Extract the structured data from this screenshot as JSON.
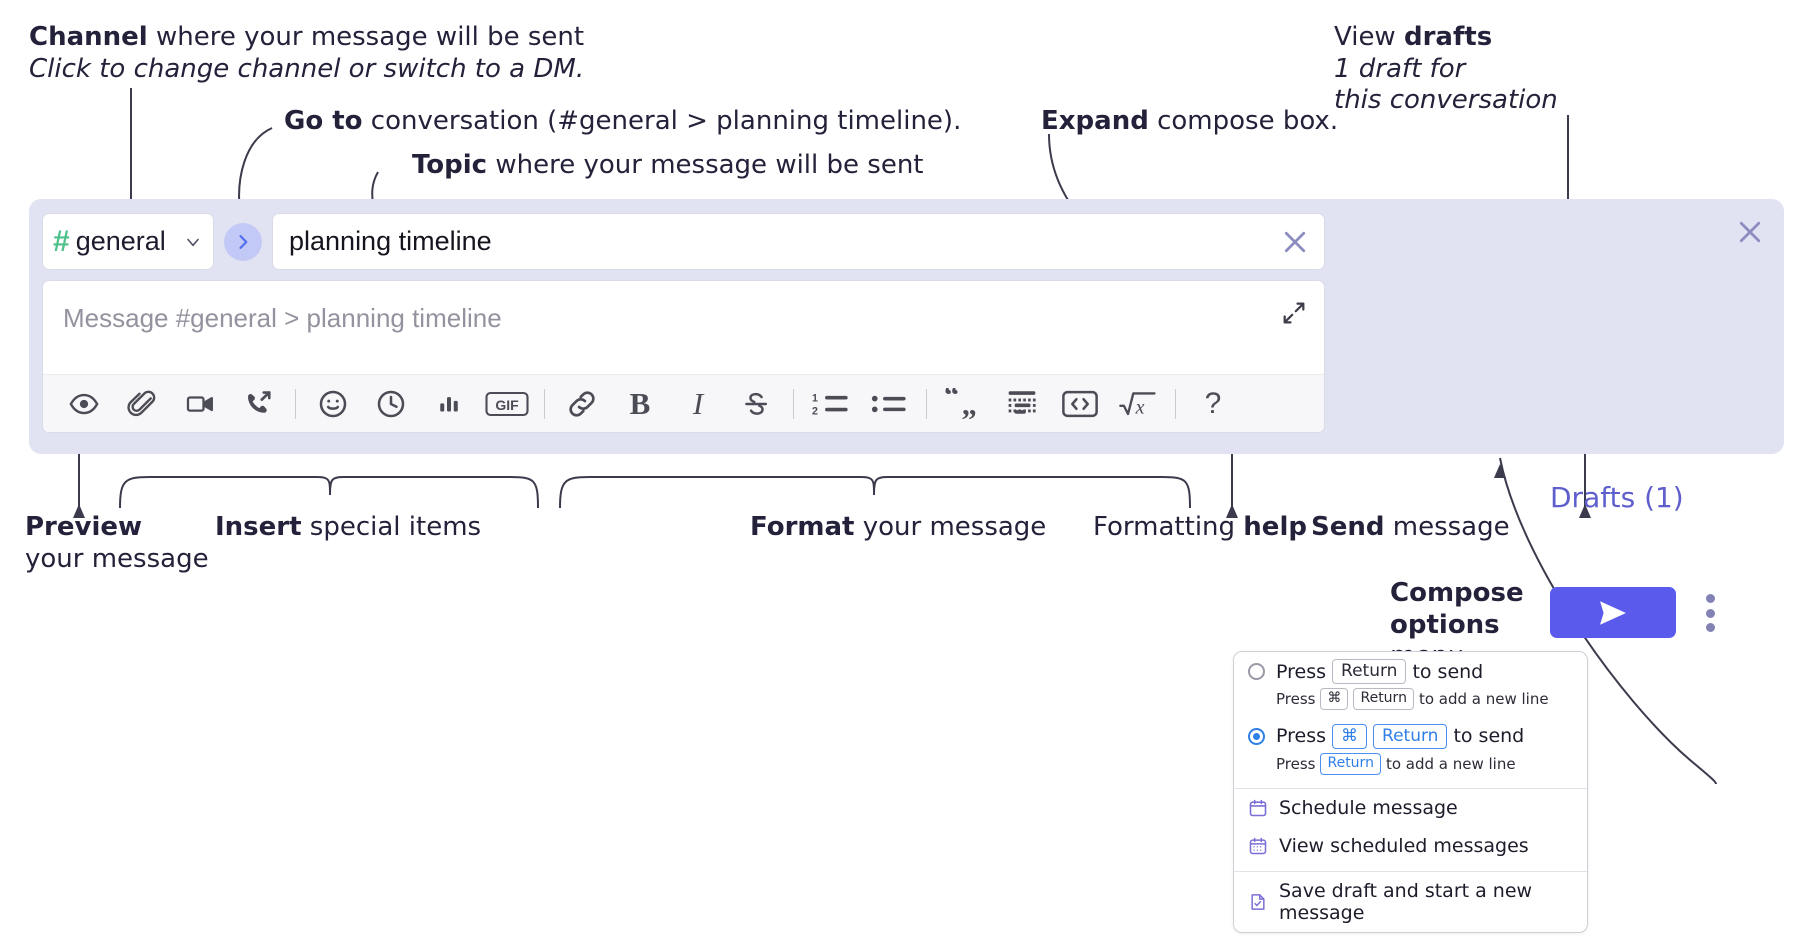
{
  "annotations": {
    "channel": {
      "bold": "Channel",
      "rest": " where your message will be sent",
      "italic_line": "Click to change channel or switch to a DM."
    },
    "goto": {
      "bold": "Go to",
      "rest": " conversation (#general > planning timeline)."
    },
    "topic": {
      "bold": "Topic",
      "rest": " where your message will be sent"
    },
    "expand": {
      "bold": "Expand",
      "rest": " compose box."
    },
    "drafts": {
      "line1_plain": "View ",
      "line1_bold": "drafts",
      "line2": "1 draft for",
      "line3": "this conversation"
    },
    "preview": {
      "bold": "Preview",
      "line2": "your message"
    },
    "insert": {
      "bold": "Insert",
      "rest": " special items"
    },
    "format": {
      "bold": "Format",
      "rest": " your message"
    },
    "formatting_help": {
      "plain": "Formatting ",
      "bold": "help"
    },
    "send": {
      "bold": "Send",
      "rest": " message"
    },
    "compose_options": {
      "line1": "Compose",
      "line2": "options",
      "line3": "menu"
    }
  },
  "compose": {
    "channel": {
      "hash": "#",
      "name": "general"
    },
    "goto_button_icon": "chevron-right-icon",
    "topic": {
      "value": "planning timeline"
    },
    "message": {
      "placeholder": "Message #general > planning timeline",
      "value": ""
    },
    "drafts_link": "Drafts (1)",
    "toolbar": [
      {
        "name": "preview-icon",
        "label": "Preview"
      },
      {
        "name": "attachment-icon",
        "label": "Attach file"
      },
      {
        "name": "video-clip-icon",
        "label": "Record video clip"
      },
      {
        "name": "audio-clip-icon",
        "label": "Record audio clip"
      },
      {
        "name": "divider",
        "label": ""
      },
      {
        "name": "emoji-icon",
        "label": "Emoji"
      },
      {
        "name": "clock-icon",
        "label": "Reminder"
      },
      {
        "name": "poll-icon",
        "label": "Poll"
      },
      {
        "name": "gif-icon",
        "label": "GIF"
      },
      {
        "name": "divider",
        "label": ""
      },
      {
        "name": "link-icon",
        "label": "Link"
      },
      {
        "name": "bold-icon",
        "label": "B"
      },
      {
        "name": "italic-icon",
        "label": "I"
      },
      {
        "name": "strikethrough-icon",
        "label": "S"
      },
      {
        "name": "divider",
        "label": ""
      },
      {
        "name": "ordered-list-icon",
        "label": "Ordered list"
      },
      {
        "name": "bulleted-list-icon",
        "label": "Bulleted list"
      },
      {
        "name": "divider",
        "label": ""
      },
      {
        "name": "blockquote-icon",
        "label": "Blockquote"
      },
      {
        "name": "code-block-icon",
        "label": "Code block"
      },
      {
        "name": "inline-code-icon",
        "label": "Code"
      },
      {
        "name": "math-icon",
        "label": "Math"
      },
      {
        "name": "divider",
        "label": ""
      },
      {
        "name": "help-icon",
        "label": "?"
      }
    ],
    "send_button_icon": "send-paper-plane-icon",
    "kebab_icon": "vertical-dots-icon",
    "close_icon": "close-icon",
    "expand_icon": "expand-diagonal-icon",
    "topic_clear_icon": "close-icon"
  },
  "options_menu": {
    "radio_options": [
      {
        "selected": false,
        "main": {
          "pre": "Press",
          "keys": [
            "Return"
          ],
          "post": "to send",
          "keys_blue": false
        },
        "sub": {
          "pre": "Press",
          "keys": [
            "⌘",
            "Return"
          ],
          "post": "to add a new line",
          "keys_blue": false
        }
      },
      {
        "selected": true,
        "main": {
          "pre": "Press",
          "keys": [
            "⌘",
            "Return"
          ],
          "post": "to send",
          "keys_blue": true
        },
        "sub": {
          "pre": "Press",
          "keys": [
            "Return"
          ],
          "post": "to add a new line",
          "keys_blue": true
        }
      }
    ],
    "items": [
      {
        "icon": "calendar-icon",
        "label": "Schedule message"
      },
      {
        "icon": "calendar-grid-icon",
        "label": "View scheduled messages"
      },
      {
        "icon": "save-draft-icon",
        "label": "Save draft and start a new message"
      }
    ]
  },
  "colors": {
    "widget_background": "#e2e3f2",
    "accent_blue": "#5a5aec",
    "channel_hash_green": "#4ec08a",
    "drafts_link": "#5e5ecd",
    "goto_button_bg": "#c3c9f6",
    "menu_icon_purple": "#7a6fd6",
    "key_blue": "#2f7fe8"
  }
}
